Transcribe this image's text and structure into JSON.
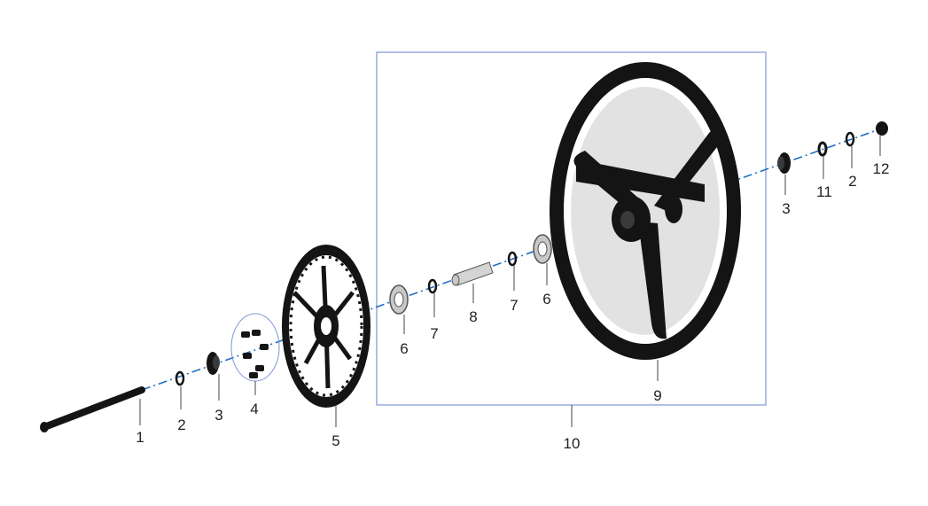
{
  "callouts": [
    {
      "id": "c1",
      "text": "1"
    },
    {
      "id": "c2a",
      "text": "2"
    },
    {
      "id": "c3a",
      "text": "3"
    },
    {
      "id": "c4",
      "text": "4"
    },
    {
      "id": "c5",
      "text": "5"
    },
    {
      "id": "c6a",
      "text": "6"
    },
    {
      "id": "c7a",
      "text": "7"
    },
    {
      "id": "c8",
      "text": "8"
    },
    {
      "id": "c7b",
      "text": "7"
    },
    {
      "id": "c6b",
      "text": "6"
    },
    {
      "id": "c9",
      "text": "9"
    },
    {
      "id": "c10",
      "text": "10"
    },
    {
      "id": "c3b",
      "text": "3"
    },
    {
      "id": "c11",
      "text": "11"
    },
    {
      "id": "c2b",
      "text": "2"
    },
    {
      "id": "c12",
      "text": "12"
    }
  ],
  "colors": {
    "axis_line": "#1f6fc4",
    "assembly_box": "#7f95d6",
    "part_black": "#141414",
    "part_steel": "#c8c8c8"
  }
}
